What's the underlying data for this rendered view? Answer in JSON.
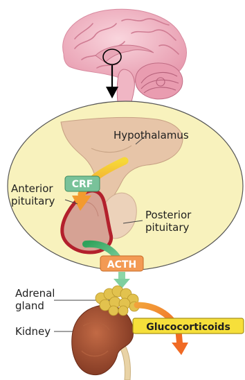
{
  "labels": {
    "hypothalamus": "Hypothalamus",
    "anterior_line1": "Anterior",
    "anterior_line2": "pituitary",
    "posterior_line1": "Posterior",
    "posterior_line2": "pituitary",
    "adrenal_line1": "Adrenal",
    "adrenal_line2": "gland",
    "kidney": "Kidney"
  },
  "hormones": {
    "crf": "CRF",
    "acth": "ACTH",
    "glucocorticoids": "Glucocorticoids"
  },
  "colors": {
    "magnifier_fill": "#f8f2bd",
    "brain_pink": "#f2b9c6",
    "tissue_tan": "#e6c6aa",
    "anterior_rim": "#b3202c",
    "crf_tag": "#79c29a",
    "acth_tag": "#f39a54",
    "gluco_tag": "#f6df3a",
    "adrenal_yellow": "#e2c24e",
    "kidney_brown": "#9a4b2f"
  }
}
